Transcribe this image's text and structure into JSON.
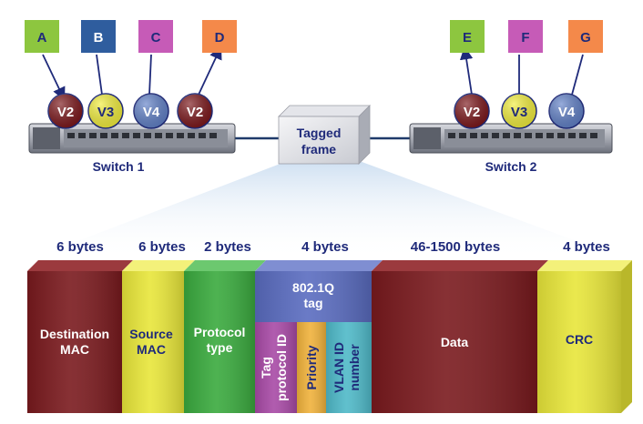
{
  "hosts_left": [
    {
      "label": "A",
      "color": "#8dc63f",
      "text_color": "#1f2a7a"
    },
    {
      "label": "B",
      "color": "#2f5d9e",
      "text_color": "#ffffff"
    },
    {
      "label": "C",
      "color": "#c65bb7",
      "text_color": "#1f2a7a"
    },
    {
      "label": "D",
      "color": "#f4894a",
      "text_color": "#1f2a7a"
    }
  ],
  "hosts_right": [
    {
      "label": "E",
      "color": "#8dc63f",
      "text_color": "#1f2a7a"
    },
    {
      "label": "F",
      "color": "#c65bb7",
      "text_color": "#1f2a7a"
    },
    {
      "label": "G",
      "color": "#f4894a",
      "text_color": "#1f2a7a"
    }
  ],
  "vlans_left": [
    {
      "label": "V2",
      "color": "#7a1418",
      "text_color": "#ffffff"
    },
    {
      "label": "V3",
      "color": "#f2ee3a",
      "text_color": "#1f2a7a"
    },
    {
      "label": "V4",
      "color": "#5f7fc7",
      "text_color": "#ffffff"
    },
    {
      "label": "V2",
      "color": "#7a1418",
      "text_color": "#ffffff"
    }
  ],
  "vlans_right": [
    {
      "label": "V2",
      "color": "#7a1418",
      "text_color": "#ffffff"
    },
    {
      "label": "V3",
      "color": "#f2ee3a",
      "text_color": "#1f2a7a"
    },
    {
      "label": "V4",
      "color": "#5f7fc7",
      "text_color": "#ffffff"
    }
  ],
  "switch_left": "Switch 1",
  "switch_right": "Switch 2",
  "tagged_frame_line1": "Tagged",
  "tagged_frame_line2": "frame",
  "byte_sizes": {
    "dest": "6 bytes",
    "src": "6 bytes",
    "proto": "2 bytes",
    "tag": "4 bytes",
    "data": "46-1500 bytes",
    "crc": "4 bytes"
  },
  "fields": {
    "dest_line1": "Destination",
    "dest_line2": "MAC",
    "src_line1": "Source",
    "src_line2": "MAC",
    "proto_line1": "Protocol",
    "proto_line2": "type",
    "tag_line1": "802.1Q",
    "tag_line2": "tag",
    "tpid_line1": "Tag",
    "tpid_line2": "protocol ID",
    "priority": "Priority",
    "vlanid_line1": "VLAN ID",
    "vlanid_line2": "number",
    "data": "Data",
    "crc": "CRC"
  },
  "colors": {
    "dest": "#7a1a1e",
    "src": "#e8e63a",
    "proto": "#3aaa3e",
    "tag_top": "#5a6cc0",
    "tpid": "#a84aa6",
    "priority": "#f0b23c",
    "vlanid": "#4fb9c8",
    "data": "#7a1a1e",
    "crc": "#e8e63a",
    "label_blue": "#1f2a7a"
  }
}
